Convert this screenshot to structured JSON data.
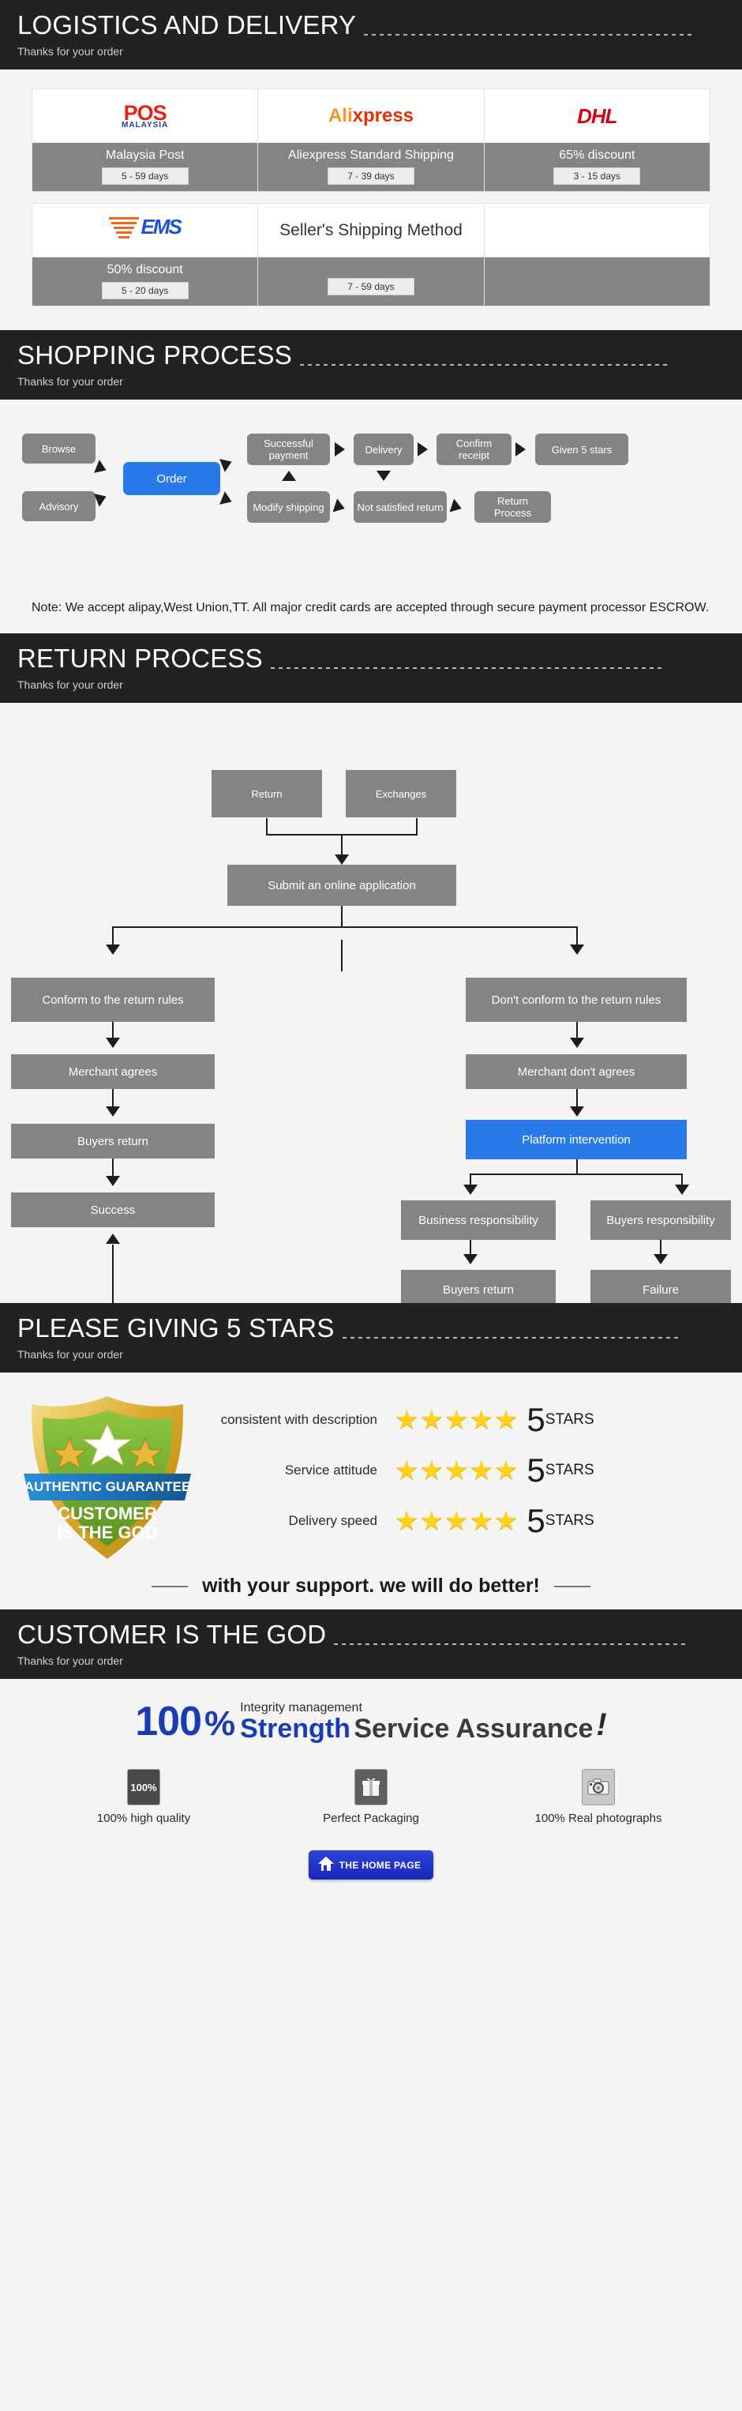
{
  "sections": {
    "logistics": {
      "title": "LOGISTICS AND DELIVERY",
      "subtitle": "Thanks for your order"
    },
    "shopping": {
      "title": "SHOPPING PROCESS",
      "subtitle": "Thanks for your order"
    },
    "returns": {
      "title": "RETURN PROCESS",
      "subtitle": "Thanks for your order"
    },
    "stars": {
      "title": "PLEASE GIVING 5 STARS",
      "subtitle": "Thanks for your order"
    },
    "god": {
      "title": "CUSTOMER IS THE GOD",
      "subtitle": "Thanks for your order"
    }
  },
  "shipping_table": {
    "row1": [
      {
        "logo": "pos-malaysia-logo",
        "logo_main": "POS",
        "logo_sub": "MALAYSIA",
        "title": "Malaysia Post",
        "days": "5 - 59 days"
      },
      {
        "logo": "aliexpress-logo",
        "logo_main_a": "Ali",
        "logo_main_b": "xpress",
        "title": "Aliexpress Standard Shipping",
        "days": "7 - 39 days"
      },
      {
        "logo": "dhl-logo",
        "logo_main": "DHL",
        "title": "65% discount",
        "days": "3 - 15 days"
      }
    ],
    "row2": [
      {
        "logo": "ems-logo",
        "logo_main": "EMS",
        "title": "50% discount",
        "days": "5 - 20 days"
      },
      {
        "logo": "sellers-shipping-method-text",
        "logo_main": "Seller's Shipping Method",
        "title": "",
        "days": "7 - 59 days"
      },
      {
        "logo": "",
        "logo_main": "",
        "title": "",
        "days": ""
      }
    ]
  },
  "shopping_flow": {
    "nodes": {
      "browse": "Browse",
      "advisory": "Advisory",
      "order": "Order",
      "successful_payment": "Successful payment",
      "delivery": "Delivery",
      "confirm_receipt": "Confirm receipt",
      "given_5_stars": "Given 5 stars",
      "modify_shipping": "Modify shipping",
      "not_satisfied_return": "Not satisfied return",
      "return_process": "Return Process"
    },
    "note": "Note: We accept alipay,West Union,TT. All major credit cards are accepted through secure payment processor ESCROW."
  },
  "return_flow": {
    "nodes": {
      "return": "Return",
      "exchanges": "Exchanges",
      "submit_application": "Submit an online application",
      "conform": "Conform to the return rules",
      "dont_conform": "Don't conform to the return rules",
      "merchant_agrees": "Merchant agrees",
      "merchant_dont_agrees": "Merchant don't agrees",
      "buyers_return_left": "Buyers return",
      "platform_intervention": "Platform intervention",
      "success": "Success",
      "business_responsibility": "Business responsibility",
      "buyers_responsibility": "Buyers responsibility",
      "buyers_return_right": "Buyers return",
      "failure": "Failure"
    }
  },
  "ratings": {
    "rows": [
      {
        "label": "consistent with description",
        "stars": "★★★★★",
        "score": "5",
        "unit": "STARS"
      },
      {
        "label": "Service attitude",
        "stars": "★★★★★",
        "score": "5",
        "unit": "STARS"
      },
      {
        "label": "Delivery speed",
        "stars": "★★★★★",
        "score": "5",
        "unit": "STARS"
      }
    ],
    "support_text": "with your support. we will do better!",
    "badge": {
      "ribbon": "AUTHENTIC GUARANTEE",
      "line1": "CUSTOMER",
      "line2": "IS THE GOD"
    }
  },
  "god_section": {
    "hundred": "100",
    "percent": "%",
    "top_line": "Integrity management",
    "strength": "Strength",
    "service": "Service Assurance",
    "bang": "!",
    "features": [
      {
        "icon": "percent-badge-icon",
        "icon_text": "100%",
        "label": "100% high quality"
      },
      {
        "icon": "gift-box-icon",
        "icon_text": "",
        "label": "Perfect Packaging"
      },
      {
        "icon": "camera-icon",
        "icon_text": "",
        "label": "100% Real photographs"
      }
    ],
    "home_button": {
      "icon": "home-icon",
      "label": "THE HOME PAGE"
    }
  },
  "colors": {
    "header_bg": "#222222",
    "node_grey": "#848484",
    "node_blue": "#2979e8",
    "page_bg": "#f4f4f4",
    "star_yellow": "#ffd21e",
    "brand_blue": "#1a3bb3"
  }
}
